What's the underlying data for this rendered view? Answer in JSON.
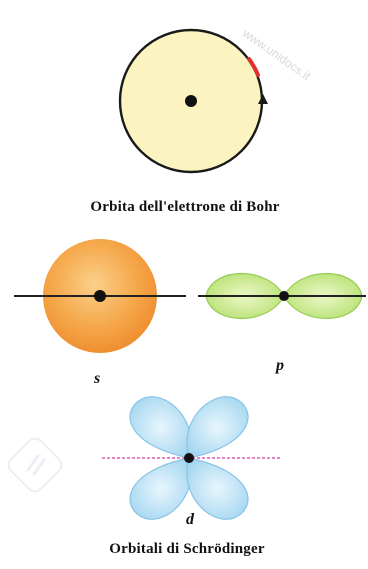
{
  "watermark": {
    "text": "www.unidocs.it"
  },
  "bohr": {
    "caption": "Orbita dell'elettrone di Bohr"
  },
  "orbitals": {
    "s_label": "s",
    "p_label": "p",
    "d_label": "d",
    "caption": "Orbitali di Schrödinger"
  },
  "colors": {
    "bohr_fill": "#fbf3c0",
    "s_orbital": "#f3a040",
    "p_orbital": "#a8d860",
    "d_orbital": "#a8d8f0",
    "electron": "#e03030",
    "axis_pink": "#e070c0"
  }
}
